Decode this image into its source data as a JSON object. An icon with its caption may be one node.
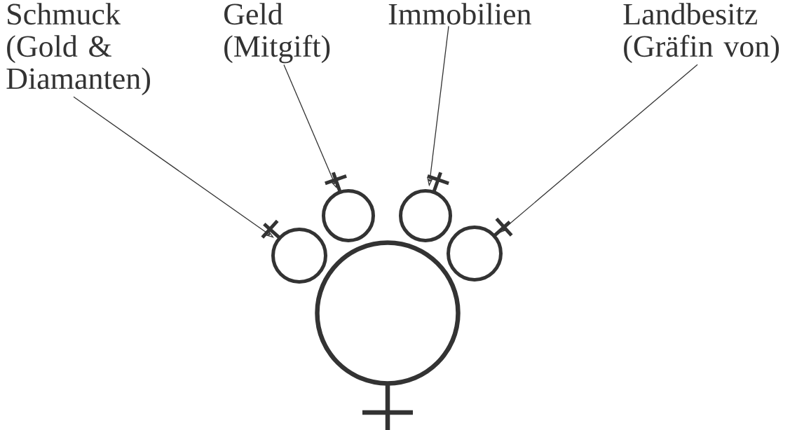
{
  "diagram": {
    "nodes": [
      {
        "text": [
          "Schmuck (Gold & Diamanten)"
        ]
      },
      {
        "text": [
          "Geld (Mitgift)"
        ]
      },
      {
        "text": [
          "Immobilien"
        ]
      },
      {
        "text": [
          "Landbesitz (Gräfin von)"
        ]
      },
      {
        "text": [],
        "shape": "circle"
      },
      {
        "text": [],
        "shape": "circle"
      },
      {
        "text": [],
        "shape": "circle"
      },
      {
        "text": [],
        "shape": "circle"
      },
      {
        "text": [],
        "shape": "circle"
      }
    ],
    "edges": [
      {
        "from": 0,
        "to": 4,
        "arrow": "to"
      },
      {
        "from": 1,
        "to": 5,
        "arrow": "to"
      },
      {
        "from": 2,
        "to": 6,
        "arrow": "to"
      },
      {
        "from": 3,
        "to": 7,
        "arrow": "to"
      }
    ]
  }
}
